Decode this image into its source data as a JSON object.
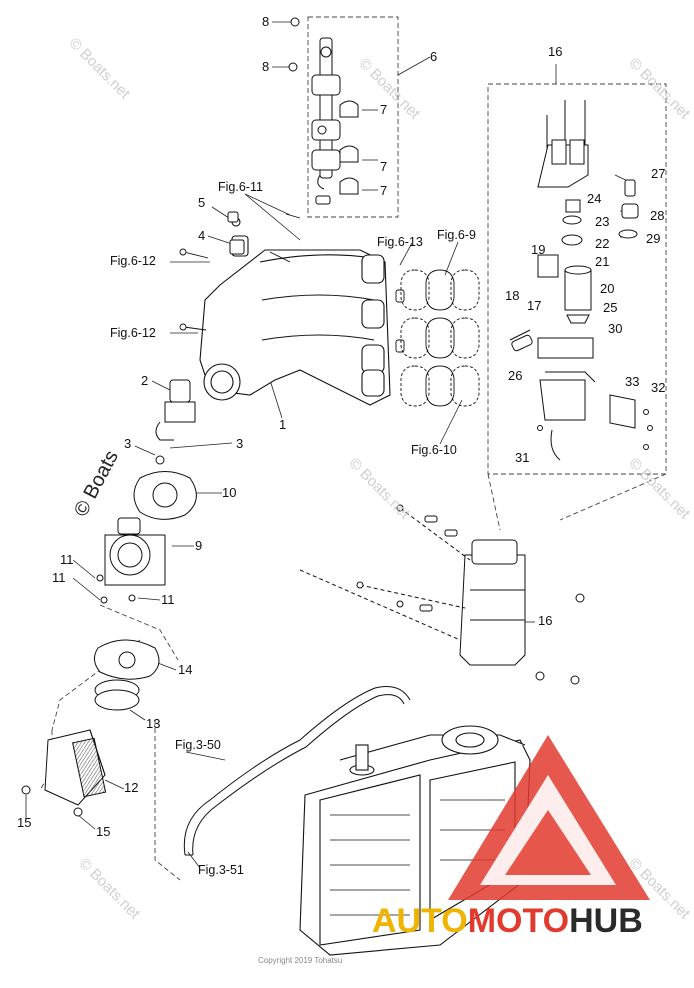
{
  "callouts": {
    "c1": "1",
    "c2": "2",
    "c3a": "3",
    "c3b": "3",
    "c4": "4",
    "c5": "5",
    "c6": "6",
    "c7a": "7",
    "c7b": "7",
    "c7c": "7",
    "c8a": "8",
    "c8b": "8",
    "c9": "9",
    "c10": "10",
    "c11a": "11",
    "c11b": "11",
    "c11c": "11",
    "c12": "12",
    "c13": "13",
    "c14": "14",
    "c15a": "15",
    "c15b": "15",
    "c16a": "16",
    "c16b": "16",
    "c17": "17",
    "c18": "18",
    "c19": "19",
    "c20": "20",
    "c21": "21",
    "c22": "22",
    "c23": "23",
    "c24": "24",
    "c25": "25",
    "c26": "26",
    "c27": "27",
    "c28": "28",
    "c29": "29",
    "c30": "30",
    "c31": "31",
    "c32": "32",
    "c33": "33"
  },
  "references": {
    "fig_6_11": "Fig.6-11",
    "fig_6_12a": "Fig.6-12",
    "fig_6_12b": "Fig.6-12",
    "fig_6_13": "Fig.6-13",
    "fig_6_9": "Fig.6-9",
    "fig_6_10": "Fig.6-10",
    "fig_3_50": "Fig.3-50",
    "fig_3_51": "Fig.3-51"
  },
  "watermarks": {
    "boats_big": "© Boats",
    "boats_net": "© Boats.net"
  },
  "brand": {
    "auto": "AUTO",
    "moto": "MOTO",
    "hub": "HUB",
    "logo_color": "#e23b2e",
    "dark_color": "#2a2a2a"
  },
  "copyright": "Copyright 2019 Tohatsu"
}
